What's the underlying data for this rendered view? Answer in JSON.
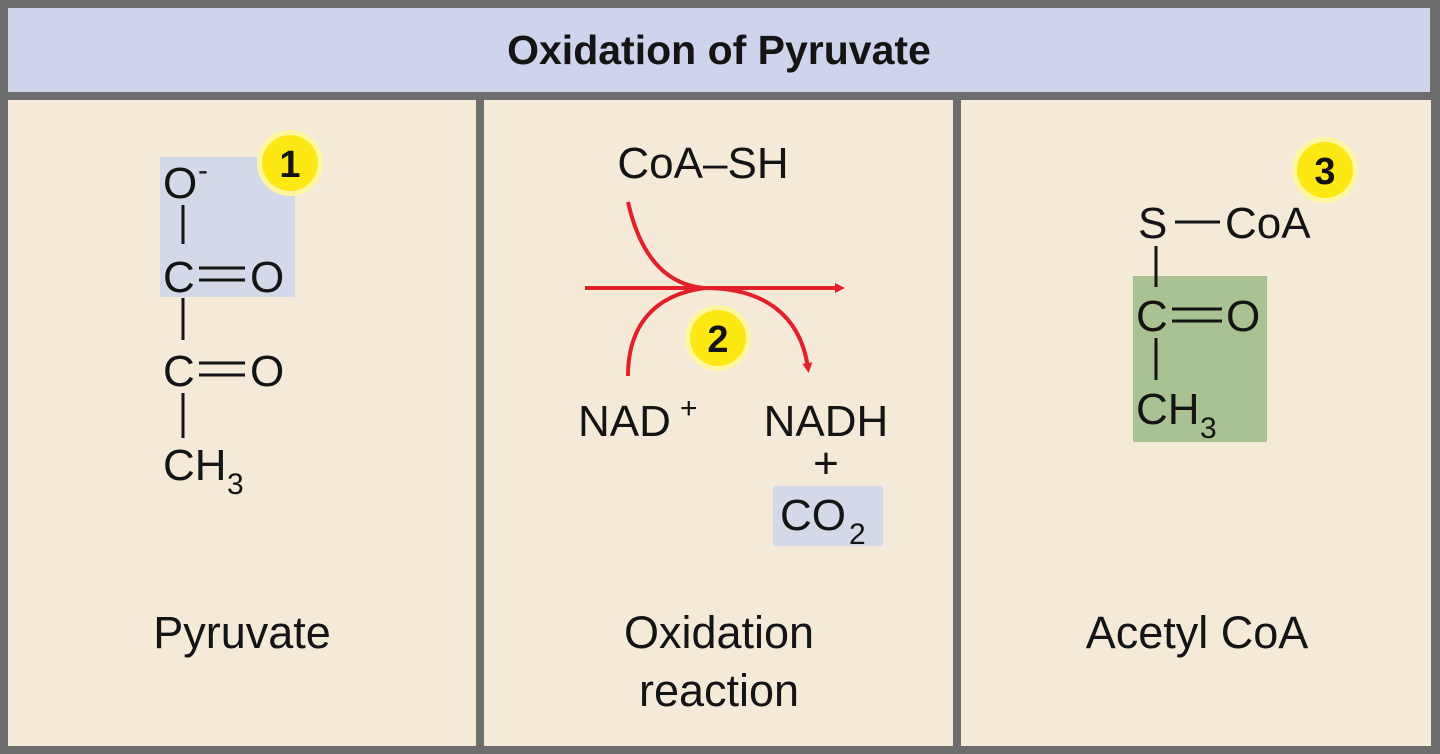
{
  "title": "Oxidation of Pyruvate",
  "colors": {
    "border": "#6d6d6d",
    "title_background": "#cfd4ed",
    "panel_background": "#f5ead8",
    "highlight_blue": "#d3d9e9",
    "highlight_green": "#a8c294",
    "arrow_red": "#e3202a",
    "badge_yellow": "#fde814"
  },
  "panels": [
    {
      "caption": "Pyruvate",
      "badge": "1",
      "structure": {
        "oxygen": "O",
        "charge": "-",
        "carbon_1": "C",
        "carbonyl_o_1": "O",
        "carbon_2": "C",
        "carbonyl_o_2": "O",
        "methyl": "CH",
        "methyl_sub": "3"
      }
    },
    {
      "caption_line_1": "Oxidation",
      "caption_line_2": "reaction",
      "badge": "2",
      "reactant_top": "CoA–SH",
      "reactant_bottom": "NAD",
      "reactant_bottom_sup": "+",
      "product_1": "NADH",
      "plus": "+",
      "product_2": "CO",
      "product_2_sub": "2"
    },
    {
      "caption": "Acetyl CoA",
      "badge": "3",
      "structure": {
        "sulfur": "S",
        "coa": "CoA",
        "carbon": "C",
        "carbonyl_o": "O",
        "methyl": "CH",
        "methyl_sub": "3"
      }
    }
  ]
}
